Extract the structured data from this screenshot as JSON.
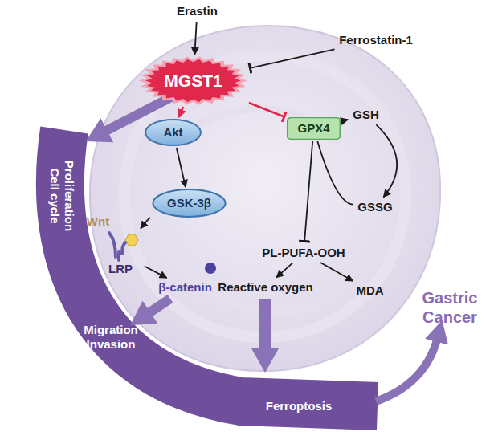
{
  "diagram": {
    "nodes": [
      {
        "text": [
          "Erastin"
        ]
      },
      {
        "text": [
          "MGST1"
        ]
      },
      {
        "text": [
          "Ferrostatin-1"
        ]
      },
      {
        "text": [
          "Akt"
        ]
      },
      {
        "text": [
          "GPX4"
        ]
      },
      {
        "text": [
          "GSH"
        ]
      },
      {
        "text": [
          "GSSG"
        ]
      },
      {
        "text": [
          "GSK-3β"
        ]
      },
      {
        "text": [
          "LRP"
        ]
      },
      {
        "text": [
          "β-catenin"
        ]
      },
      {
        "text": [
          "PL-PUFA-OOH"
        ]
      },
      {
        "text": [
          "Reactive oxygen"
        ]
      },
      {
        "text": [
          "MDA"
        ]
      }
    ],
    "edges": [
      {
        "from": 0,
        "to": 1,
        "arrow": "to"
      },
      {
        "from": 2,
        "to": 1,
        "arrow": "to"
      },
      {
        "from": 1,
        "to": 3,
        "arrow": "to"
      },
      {
        "from": 1,
        "to": 4,
        "arrow": "to"
      },
      {
        "from": 3,
        "to": 7,
        "arrow": "to"
      },
      {
        "from": 7,
        "to": 8,
        "arrow": "to"
      },
      {
        "from": 8,
        "to": 9,
        "arrow": "to"
      },
      {
        "from": 4,
        "to": 5,
        "arrow": "to"
      },
      {
        "from": 5,
        "to": 6,
        "arrow": "to"
      },
      {
        "from": 6,
        "to": 4,
        "arrow": "none"
      },
      {
        "from": 4,
        "to": 10,
        "arrow": "to"
      },
      {
        "from": 10,
        "to": 11,
        "arrow": "to"
      },
      {
        "from": 10,
        "to": 12,
        "arrow": "to"
      }
    ],
    "labels": [
      "Wnt",
      "Proliferation Cell cycle",
      "Migration Invasion",
      "Ferroptosis",
      "Gastric Cancer"
    ]
  }
}
